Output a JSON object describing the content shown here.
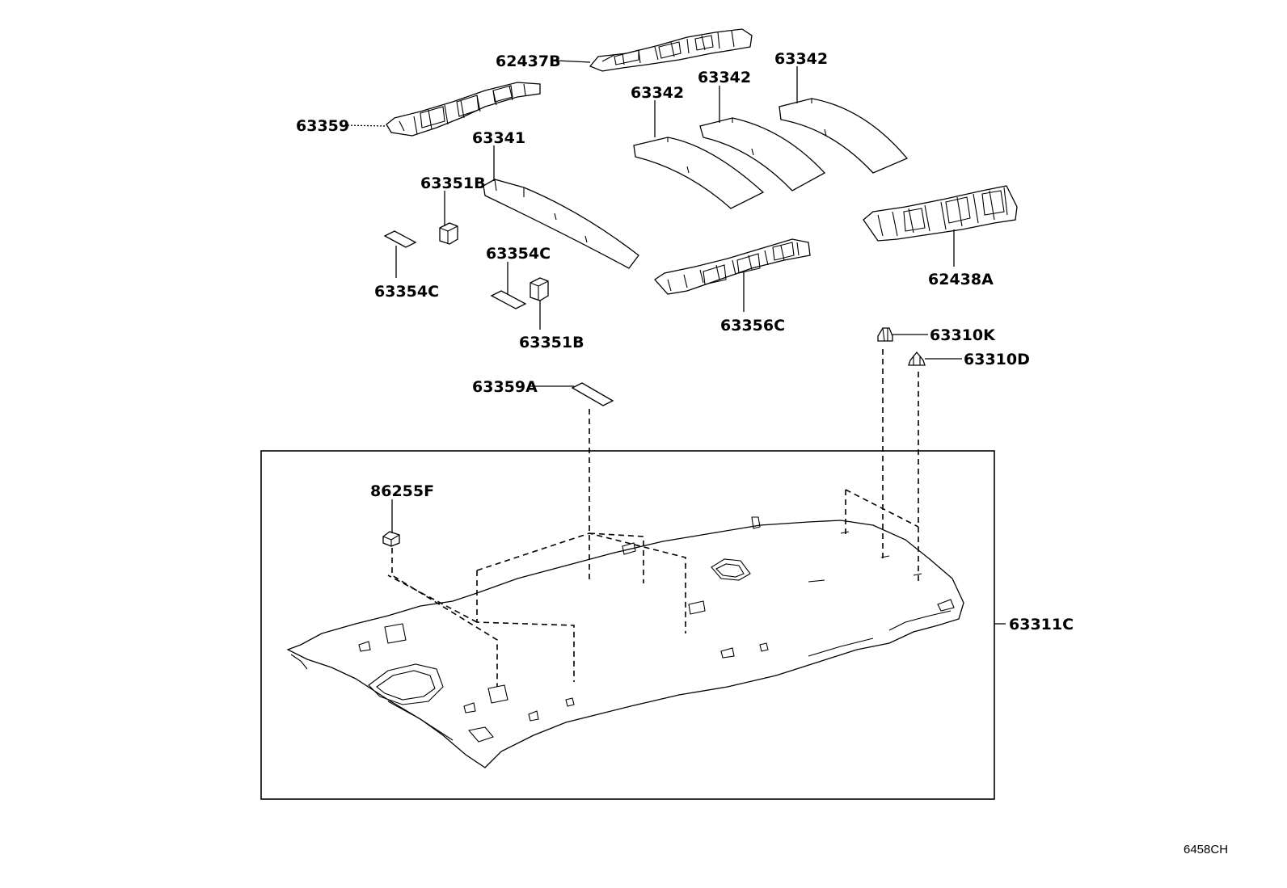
{
  "labels": {
    "l62437B": "62437B",
    "l63359": "63359",
    "l63342a": "63342",
    "l63342b": "63342",
    "l63342c": "63342",
    "l63341": "63341",
    "l63351Ba": "63351B",
    "l63354Ca": "63354C",
    "l63354Cb": "63354C",
    "l63351Bb": "63351B",
    "l62438A": "62438A",
    "l63356C": "63356C",
    "l63310K": "63310K",
    "l63310D": "63310D",
    "l63359A": "63359A",
    "l86255F": "86255F",
    "l63311C": "63311C"
  },
  "diagram_code": "6458CH"
}
